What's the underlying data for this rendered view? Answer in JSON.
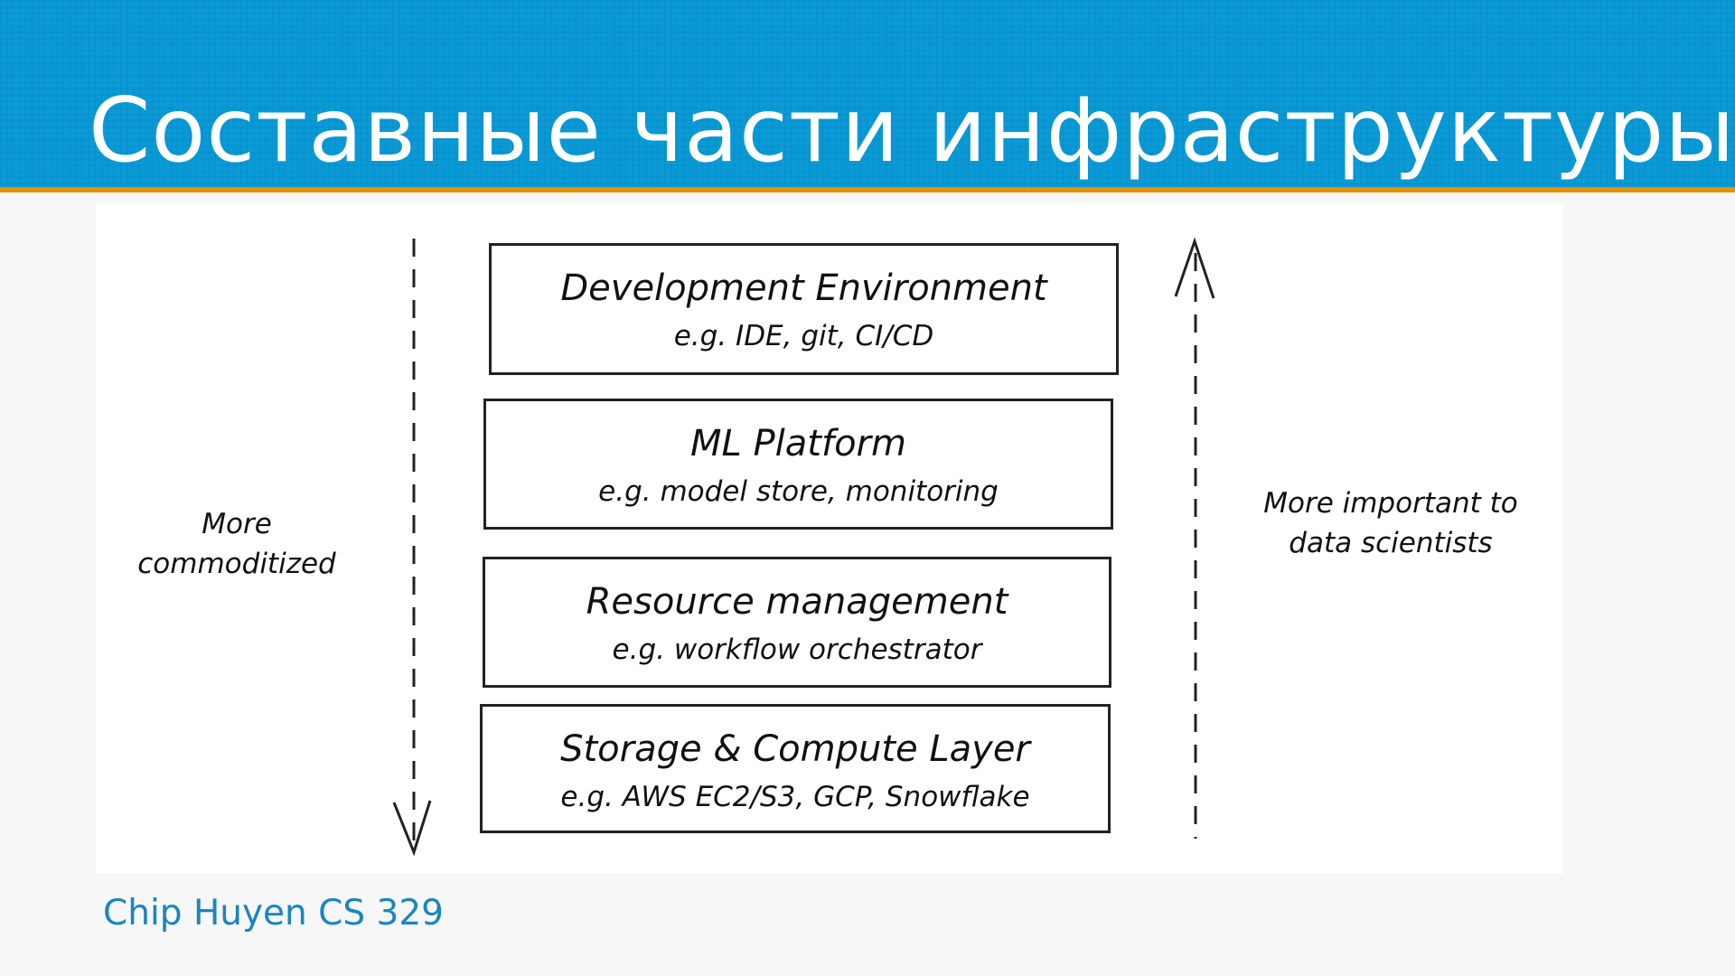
{
  "slide": {
    "title": "Составные части инфраструктуры",
    "footer": "Chip Huyen CS 329"
  },
  "diagram": {
    "layers": [
      {
        "title": "Development Environment",
        "example": "e.g. IDE, git, CI/CD"
      },
      {
        "title": "ML Platform",
        "example": "e.g. model store, monitoring"
      },
      {
        "title": "Resource management",
        "example": "e.g. workflow orchestrator"
      },
      {
        "title": "Storage & Compute Layer",
        "example": "e.g. AWS EC2/S3, GCP, Snowflake"
      }
    ],
    "left_label": [
      "More",
      "commoditized"
    ],
    "right_label": [
      "More important to",
      "data scientists"
    ]
  },
  "colors": {
    "header": "#0a9ad6",
    "accent": "#e8900a",
    "footer": "#1a86bd"
  }
}
